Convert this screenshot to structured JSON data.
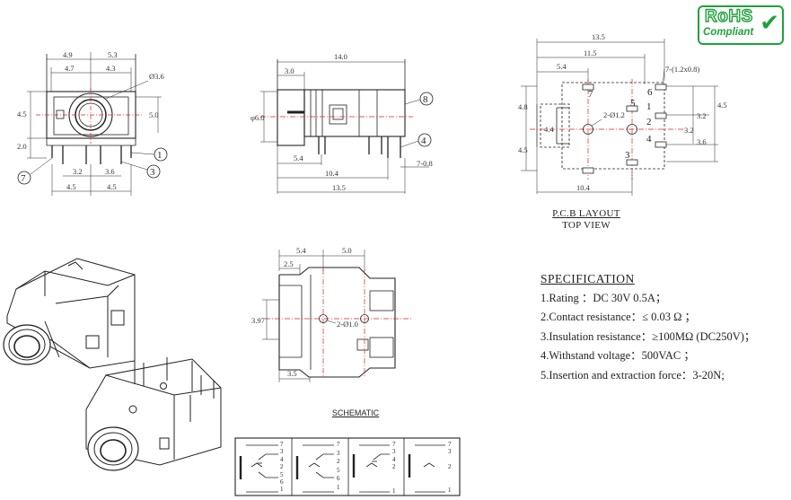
{
  "rohs": {
    "line1": "RoHS",
    "line2": "Compliant"
  },
  "front_view": {
    "dims_top": [
      "4.9",
      "5.3",
      "4.7",
      "4.3"
    ],
    "dia": "Ø3.6",
    "dims_left": [
      "4.5",
      "2.0"
    ],
    "dim_right": "5.0",
    "dims_bottom": [
      "3.2",
      "3.6",
      "4.5",
      "4.5"
    ],
    "callouts": [
      "1",
      "3",
      "7"
    ]
  },
  "side_view": {
    "dims_top": [
      "14.0",
      "3.0"
    ],
    "dia": "φ6.0",
    "dims_bottom": [
      "5.4",
      "10.4",
      "13.5"
    ],
    "pin_dim": "7-0.8",
    "callouts": [
      "8",
      "4"
    ]
  },
  "pcb_layout": {
    "dims_top": [
      "13.5",
      "11.5",
      "5.4"
    ],
    "slot_note": "7-(1.2x0.8)",
    "hole_note": "2-Ø1.2",
    "dims_left": [
      "4.8",
      "4.4",
      "4.5"
    ],
    "dims_right": [
      "3.2",
      "3.2",
      "4.5",
      "3.6"
    ],
    "dim_bottom": "10.4",
    "pin_numbers": [
      "7",
      "5",
      "6",
      "1",
      "2",
      "4",
      "3"
    ],
    "title": "P.C.B LAYOUT",
    "subtitle": "TOP VIEW"
  },
  "bottom_view": {
    "dims_top": [
      "5.4",
      "5.0",
      "2.5"
    ],
    "dim_left": "3.97",
    "hole_note": "2-Ø1.0",
    "dim_bottom": "3.5"
  },
  "schematic": {
    "title": "SCHEMATIC",
    "pins_a": [
      "7",
      "3",
      "4",
      "2",
      "5",
      "6",
      "1"
    ],
    "pins_b": [
      "7",
      "3",
      "2",
      "5",
      "6",
      "1"
    ],
    "pins_c": [
      "7",
      "3",
      "4",
      "2",
      "1"
    ],
    "pins_d": [
      "7",
      "3",
      "2",
      "1"
    ]
  },
  "specification": {
    "title": "SPECIFICATION",
    "items": [
      "1.Rating ：DC 30V 0.5A；",
      "2.Contact resistance：≤ 0.03 Ω ；",
      "3.Insulation resistance：≥100MΩ  (DC250V)；",
      "4.Withstand voltage：500VAC ；",
      "5.Insertion and extraction force：3-20N;"
    ]
  }
}
